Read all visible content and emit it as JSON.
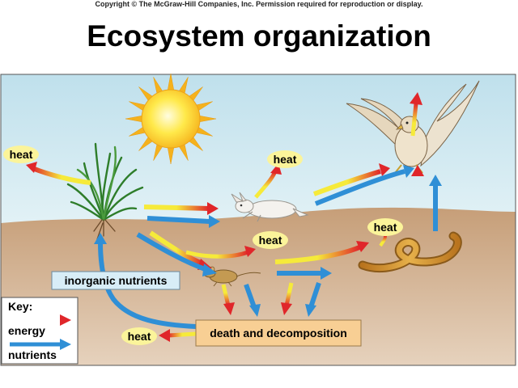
{
  "copyright": "Copyright © The McGraw-Hill Companies, Inc. Permission required for reproduction or display.",
  "title": "Ecosystem organization",
  "labels": {
    "heat": "heat",
    "inorganic_nutrients": "inorganic nutrients",
    "death_decomposition": "death and decomposition"
  },
  "key": {
    "title": "Key:",
    "energy": "energy",
    "nutrients": "nutrients"
  },
  "colors": {
    "energy_start": "#f6ea3a",
    "energy_end": "#e0262a",
    "nutrients": "#2f8fd6",
    "sky": "#cbe6ef",
    "soil": "#cdaa86",
    "heat_oval": "#fbf49a",
    "box_fill": "#f8cf94"
  },
  "icons": [
    "sun-icon",
    "grass-plant-icon",
    "rabbit-icon",
    "hawk-icon",
    "snake-icon",
    "mouse-icon"
  ]
}
